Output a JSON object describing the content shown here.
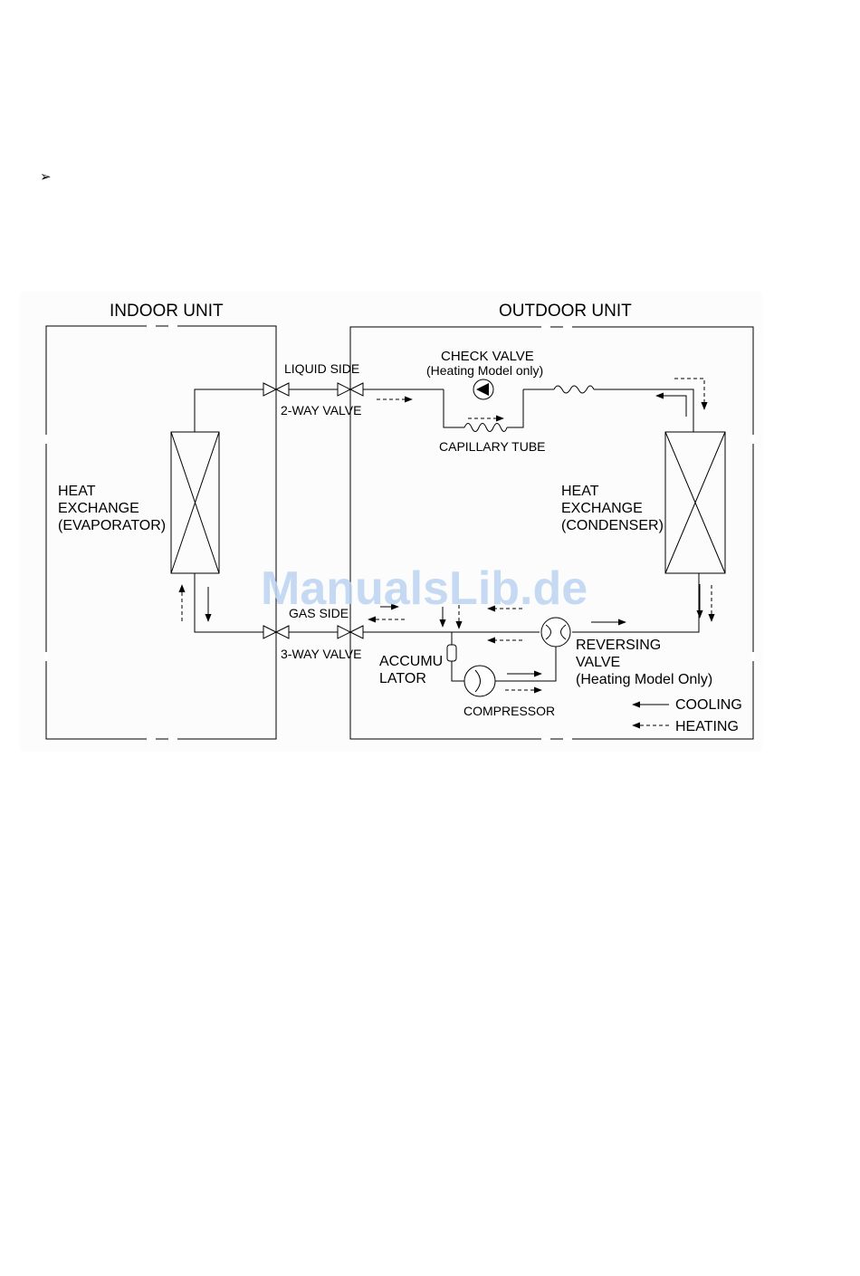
{
  "bullet": "➢",
  "labels": {
    "indoor_unit": "INDOOR UNIT",
    "outdoor_unit": "OUTDOOR UNIT",
    "liquid_side": "LIQUID SIDE",
    "two_way_valve": "2-WAY VALVE",
    "gas_side": "GAS SIDE",
    "three_way_valve": "3-WAY VALVE",
    "check_valve": "CHECK VALVE",
    "check_valve_note": "(Heating Model only)",
    "capillary_tube": "CAPILLARY TUBE",
    "evap_line1": "HEAT",
    "evap_line2": "EXCHANGE",
    "evap_line3": "(EVAPORATOR)",
    "cond_line1": "HEAT",
    "cond_line2": "EXCHANGE",
    "cond_line3": "(CONDENSER)",
    "accum_line1": "ACCUMU",
    "accum_line2": "LATOR",
    "compressor": "COMPRESSOR",
    "rev_line1": "REVERSING",
    "rev_line2": "VALVE",
    "rev_line3": "(Heating Model Only)"
  },
  "legend": {
    "cooling": "COOLING",
    "heating": "HEATING"
  },
  "watermark": "ManualsLib.de"
}
